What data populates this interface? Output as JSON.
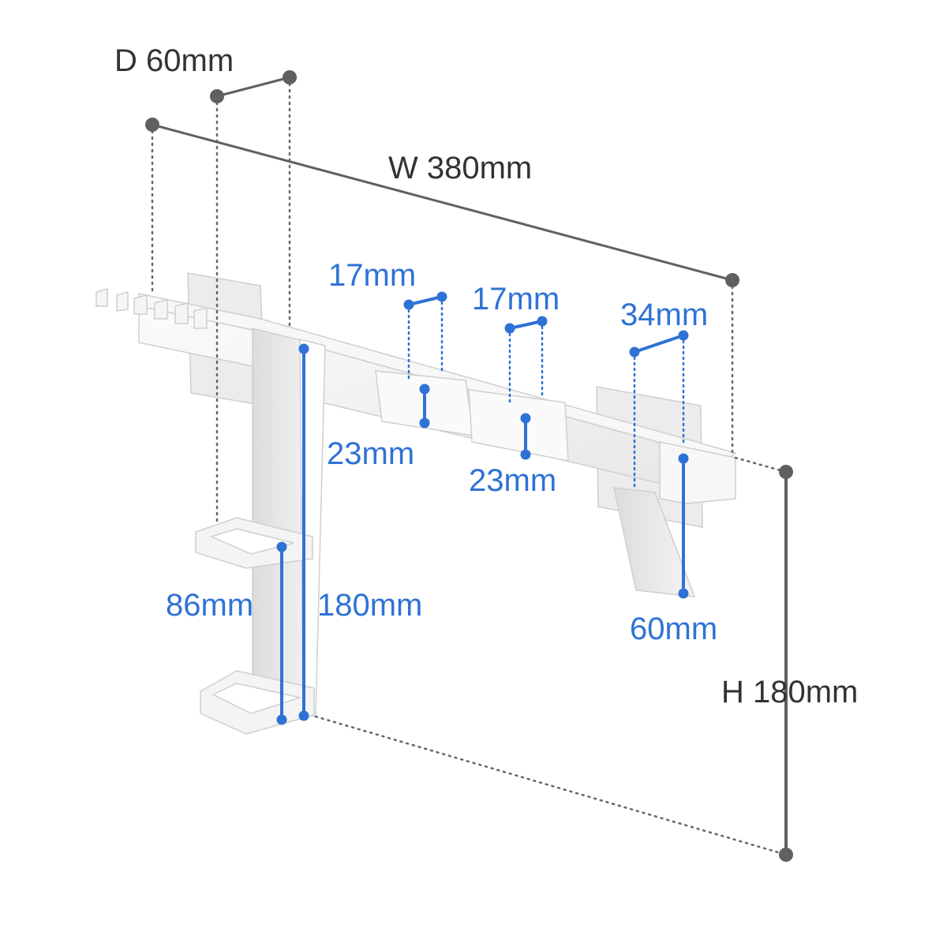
{
  "colors": {
    "overall_dimension": "#606060",
    "part_dimension": "#2f72d6",
    "product": "#f2f2f2",
    "product_edge": "#cfcfcf"
  },
  "overall": {
    "depth": "D 60mm",
    "width": "W 380mm",
    "height": "H 180mm"
  },
  "parts": {
    "slot1_width": "17mm",
    "slot2_width": "17mm",
    "slot3_width": "34mm",
    "slot1_height": "23mm",
    "slot2_height": "23mm",
    "hook_height": "60mm",
    "cup_height": "86mm",
    "leg_height": "180mm"
  }
}
